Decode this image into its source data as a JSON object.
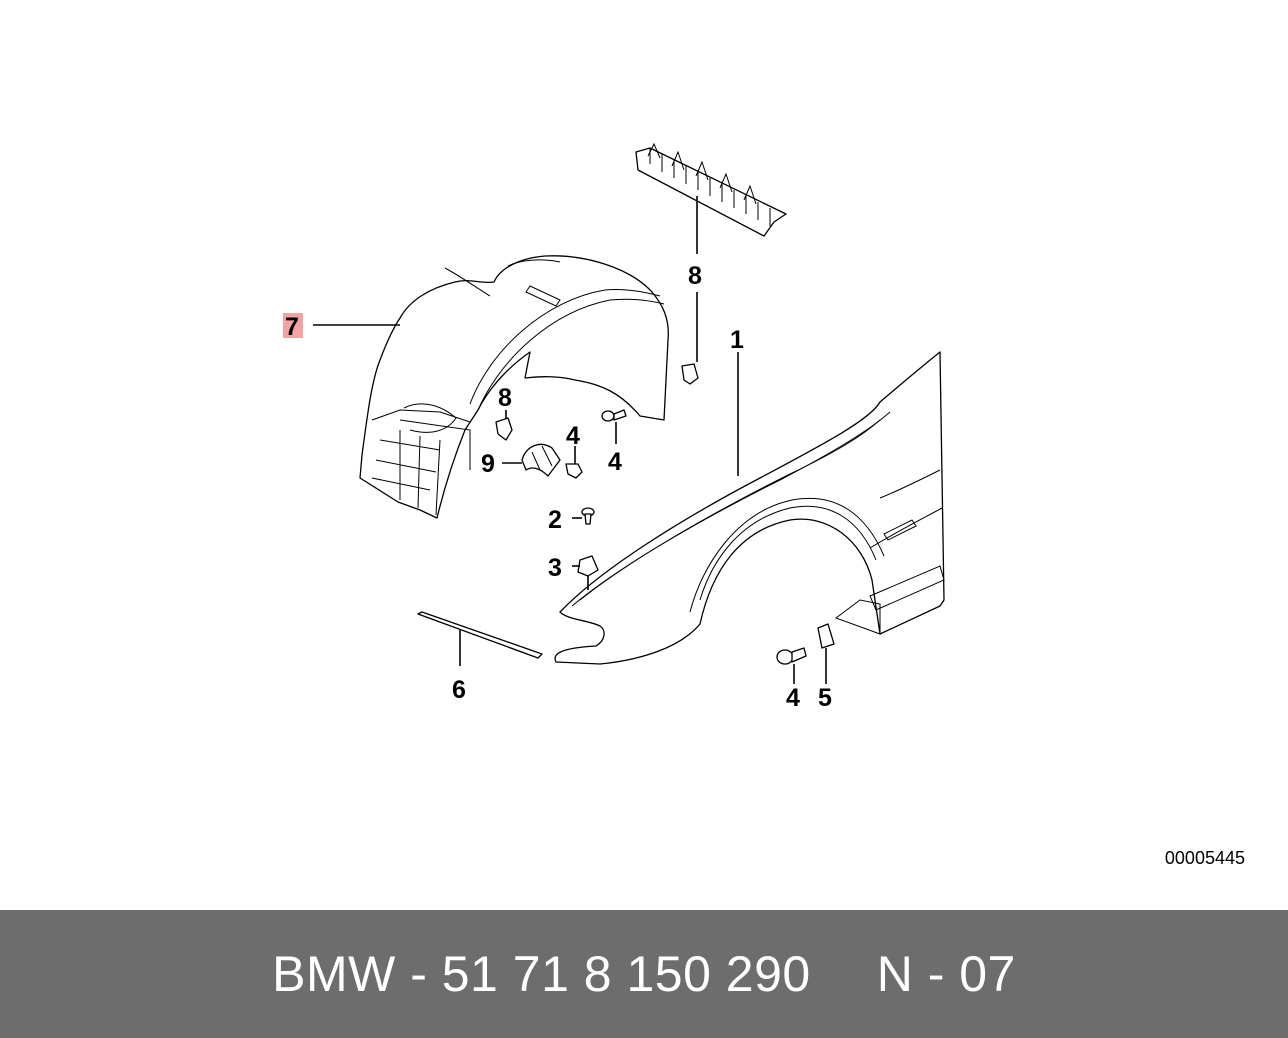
{
  "diagram": {
    "callouts": {
      "part_1": "1",
      "part_2": "2",
      "part_3": "3",
      "part_4a": "4",
      "part_4b": "4",
      "part_4c": "4",
      "part_5": "5",
      "part_6": "6",
      "part_7": "7",
      "part_8a": "8",
      "part_8b": "8",
      "part_9": "9"
    },
    "highlighted_callout": "7",
    "highlight_color": "#f4a3a3",
    "reference_number": "00005445"
  },
  "footer": {
    "part_number": "BMW - 51 71 8 150 290",
    "position_code": "N - 07",
    "background_color": "#6d6d6d",
    "text_color": "#ffffff"
  }
}
